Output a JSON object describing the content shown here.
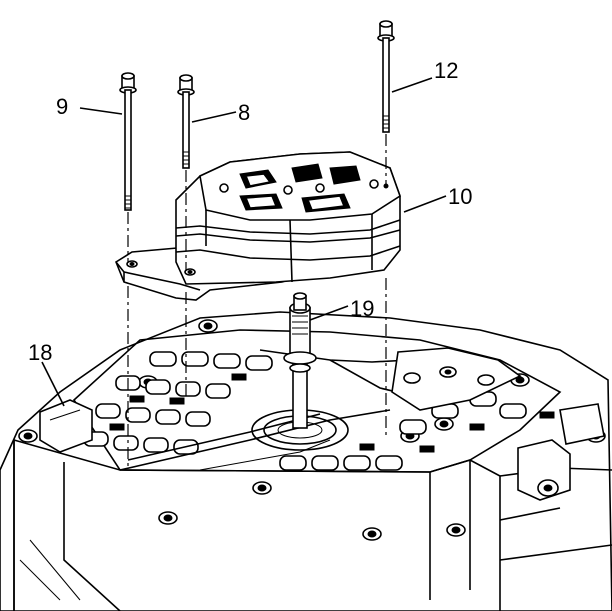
{
  "callouts": {
    "c9": "9",
    "c8": "8",
    "c12": "12",
    "c10": "10",
    "c19": "19",
    "c18": "18"
  }
}
